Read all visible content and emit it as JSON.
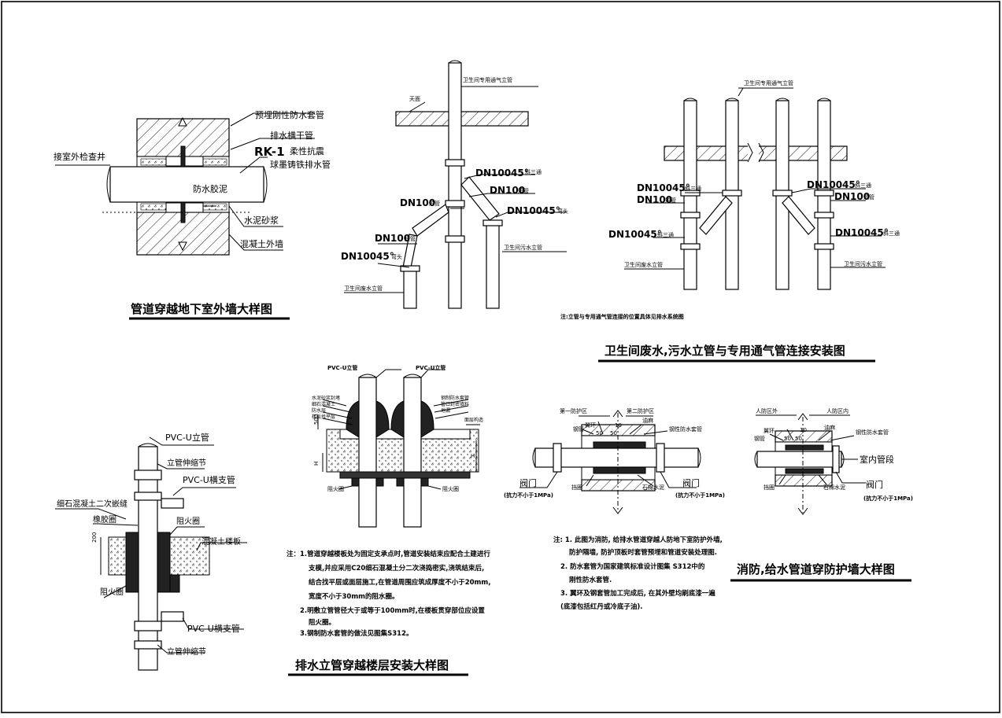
{
  "detail_wall": {
    "title": "管道穿越地下室外墙大样图",
    "labels": [
      "预埋刚性防水套管",
      "排水横干管",
      "RK-1",
      "柔性抗震",
      "球墨铸铁排水管",
      "接室外检查井",
      "防水胶泥",
      "水泥砂浆",
      "混凝土外墙"
    ]
  },
  "detail_vent_single": {
    "labels": [
      "卫生间专用通气立管",
      "天面",
      "DN10045°",
      "斜三通",
      "DN100",
      "短管",
      "DN100",
      "短管",
      "DN10045°",
      "弯头",
      "DN100",
      "短管",
      "DN10045°",
      "弯头",
      "卫生间污水立管",
      "卫生间废水立管"
    ]
  },
  "detail_vent_double": {
    "title": "卫生间废水,污水立管与专用通气管连接安装图",
    "labels": [
      "卫生间专用通气立管",
      "DN10045°",
      "斜三通",
      "DN100",
      "短管",
      "DN10045°",
      "斜三通",
      "DN100",
      "短管",
      "DN10045°",
      "斜三通",
      "DN10045°",
      "斜三通",
      "卫生间废水立管",
      "卫生间污水立管"
    ],
    "note": "注:立管与专用通气管连接的位置具体见排水系统图"
  },
  "detail_floor": {
    "labels": [
      "PVC-U立管",
      "立管伸缩节",
      "PVC-U横支管",
      "细石混凝土二次嵌缝",
      "橡胶圈",
      "阻火圈",
      "混凝土楼板",
      "阻火圈",
      "PVC-U横支管",
      "立管伸缩节",
      "200"
    ]
  },
  "detail_floor_section": {
    "title": "排水立管穿越楼层安装大样图",
    "labels": [
      "PVC-U立管",
      "PVC-U立管",
      "水泥砂浆封堵",
      "细石混凝土",
      "防水层",
      "楼板找平层",
      "钢制防水套管",
      "管口封密填料",
      "地漏",
      "面层构造",
      "500",
      "H",
      "H",
      "阻火圈",
      "阻火圈"
    ],
    "notes": [
      "注：1.管道穿越楼板处为固定支承点时,管道安装结束应配合土建进行",
      "支模,并应采用C20细石混凝土分二次浇捣密实,浇筑结束后,",
      "结合找平层或面层施工,在管道周围应筑成厚度不小于20mm,",
      "宽度不小于30mm的阻水圈。",
      "2.明敷立管管径大于或等于100mm时,在楼板贯穿部位应设置",
      "阻火圈。",
      "3.钢制防水套管的做法见图集S312。"
    ]
  },
  "detail_fire_wall_a": {
    "labels": [
      "第一防护区",
      "第二防护区",
      "翼环",
      "钢管",
      "油麻",
      "钢性防水套管",
      "10",
      "50",
      "50",
      "阀门",
      "(抗力不小于1MPa)",
      "阀门",
      "(抗力不小于1MPa)",
      "挡圈",
      "石棉水泥"
    ]
  },
  "detail_fire_wall_b": {
    "title": "消防,给水管道穿防护墙大样图",
    "labels": [
      "人防区外",
      "人防区内",
      "翼环",
      "钢管",
      "油麻",
      "钢性防水套管",
      "10",
      "50",
      "50",
      "室内管段",
      "阀门",
      "(抗力不小于1MPa)",
      "挡圈",
      "石棉水泥"
    ],
    "notes": [
      "注: 1. 此图为消防, 给排水管道穿越人防地下室防护外墙,",
      "防护隔墙, 防护顶板时套管预埋和管道安装处理图.",
      "2. 防水套管为国家建筑标准设计图集 S312中的",
      "刚性防水套管.",
      "3. 翼环及钢套管加工完成后, 在其外壁均刷底漆一遍",
      "(底漆包括红丹或冷底子油)."
    ]
  }
}
